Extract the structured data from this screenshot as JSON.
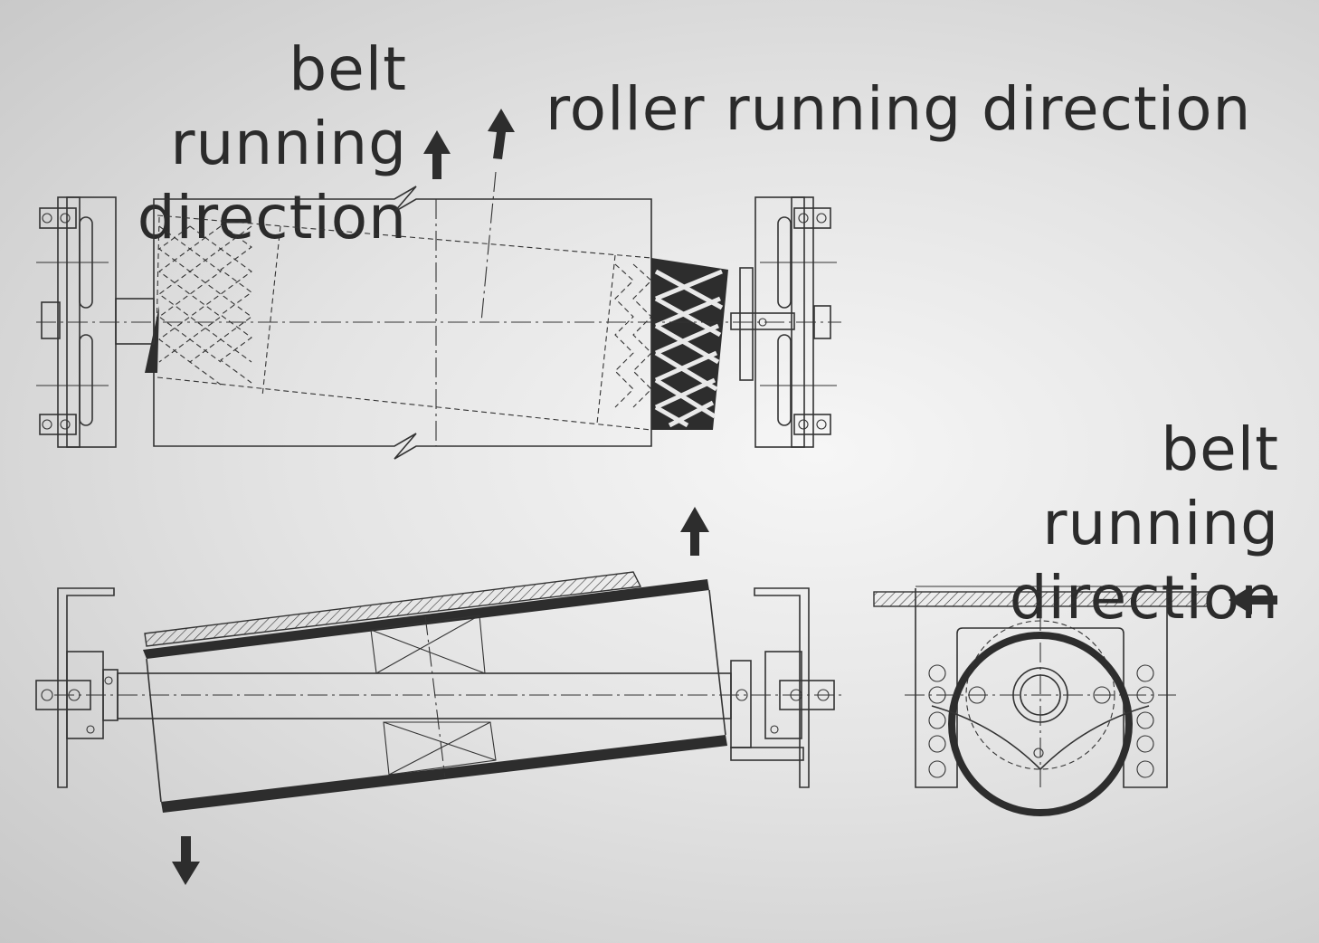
{
  "labels": {
    "belt_running_top": [
      "belt running",
      "direction"
    ],
    "roller_running": "roller running direction",
    "belt_running_right": [
      "belt running",
      "direction"
    ]
  },
  "colors": {
    "ink": "#2b2b2b",
    "background": "#e4e4e4"
  },
  "icons": [
    "arrow-up-icon",
    "arrow-up-icon",
    "arrow-up-icon",
    "arrow-down-icon",
    "arrow-left-icon"
  ]
}
